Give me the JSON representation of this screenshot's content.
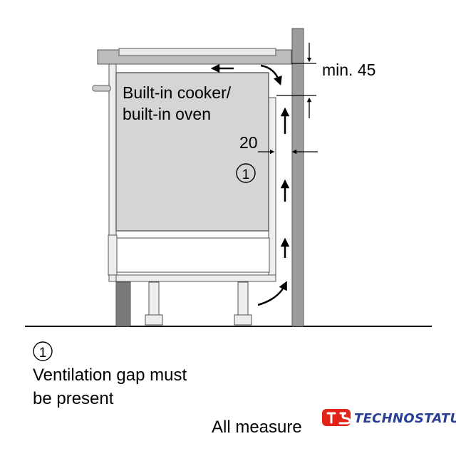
{
  "diagram": {
    "label_cooker": "Built-in cooker/",
    "label_oven": "built-in oven",
    "dim_top": "min. 45",
    "dim_gap": "20",
    "callout_marker": "1"
  },
  "legend": {
    "marker": "1",
    "line1": "Ventilation gap must",
    "line2": "be present"
  },
  "footer": {
    "text": "All measure"
  },
  "watermark": {
    "text": "TECHNOSTATUS",
    "color": "#2b3f95",
    "accent": "#e2231a"
  }
}
